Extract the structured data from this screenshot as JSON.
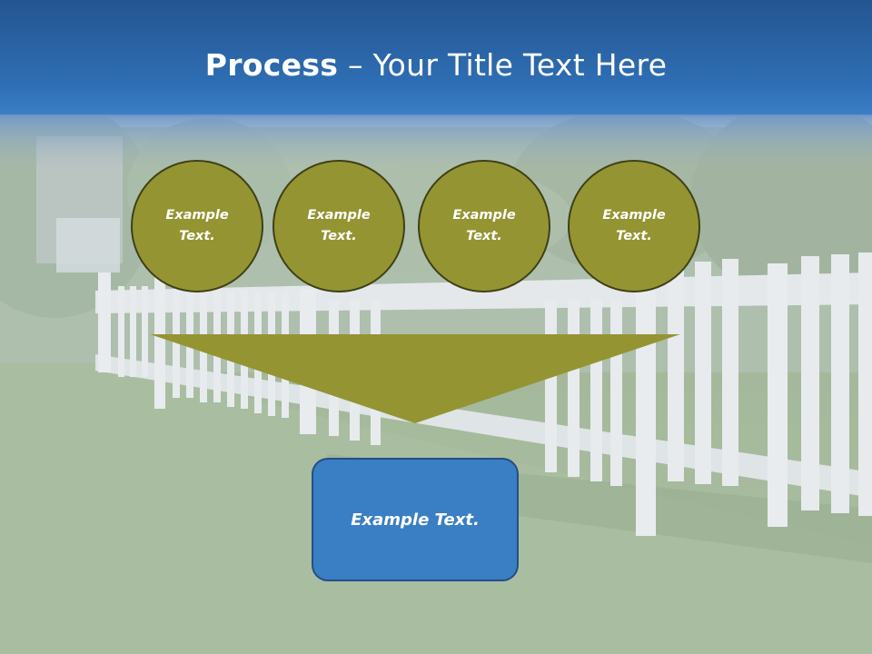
{
  "slide": {
    "title_bold": "Process",
    "title_rest": " – Your Title Text Here",
    "circles": [
      {
        "text": "Example Text."
      },
      {
        "text": "Example Text."
      },
      {
        "text": "Example Text."
      },
      {
        "text": "Example Text."
      }
    ],
    "box_text": "Example Text."
  },
  "colors": {
    "header_blue": "#2f6fb3",
    "circle_fill": "#949433",
    "circle_border": "#3f4016",
    "funnel_fill": "#949433",
    "box_fill": "#3a7ec4",
    "box_border": "#244f85"
  },
  "background": {
    "scene": "white picket fence with green lawn"
  }
}
